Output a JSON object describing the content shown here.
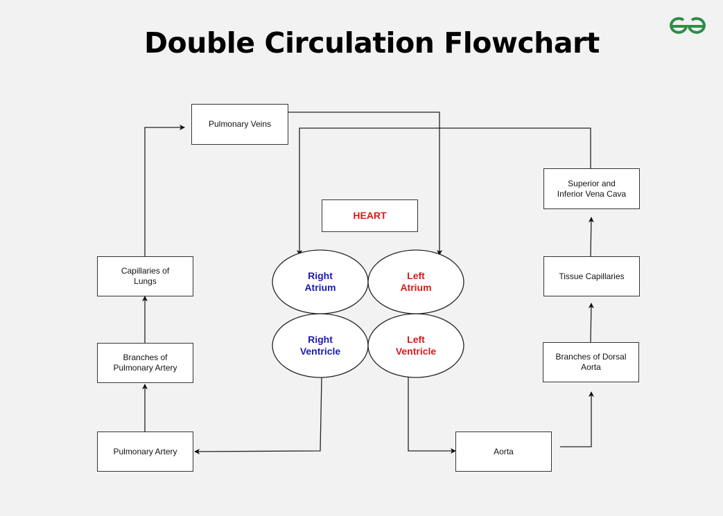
{
  "title": "Double Circulation Flowchart",
  "logo": {
    "icon": "geeksforgeeks-logo-icon",
    "color": "#2f8d46"
  },
  "colors": {
    "background": "#f2f2f2",
    "right_side": "#1a1ab4",
    "left_side": "#d61a1a",
    "stroke": "#222222"
  },
  "nodes": {
    "pulmonary_veins": "Pulmonary Veins",
    "heart": "HEART",
    "vena_cava_line1": "Superior and",
    "vena_cava_line2": "Inferior Vena Cava",
    "capillaries_lungs_line1": "Capillaries of",
    "capillaries_lungs_line2": "Lungs",
    "right_atrium_line1": "Right",
    "right_atrium_line2": "Atrium",
    "left_atrium_line1": "Left",
    "left_atrium_line2": "Atrium",
    "tissue_capillaries": "Tissue Capillaries",
    "right_ventricle_line1": "Right",
    "right_ventricle_line2": "Ventricle",
    "left_ventricle_line1": "Left",
    "left_ventricle_line2": "Ventricle",
    "branches_pa_line1": "Branches of",
    "branches_pa_line2": "Pulmonary Artery",
    "branches_da_line1": "Branches of Dorsal",
    "branches_da_line2": "Aorta",
    "pulmonary_artery": "Pulmonary Artery",
    "aorta": "Aorta"
  },
  "edges": [
    {
      "from": "Right Ventricle",
      "to": "Pulmonary Artery"
    },
    {
      "from": "Pulmonary Artery",
      "to": "Branches of Pulmonary Artery"
    },
    {
      "from": "Branches of Pulmonary Artery",
      "to": "Capillaries of Lungs"
    },
    {
      "from": "Capillaries of Lungs",
      "to": "Pulmonary Veins"
    },
    {
      "from": "Pulmonary Veins",
      "to": "Left Atrium"
    },
    {
      "from": "Left Ventricle",
      "to": "Aorta"
    },
    {
      "from": "Aorta",
      "to": "Branches of Dorsal Aorta"
    },
    {
      "from": "Branches of Dorsal Aorta",
      "to": "Tissue Capillaries"
    },
    {
      "from": "Tissue Capillaries",
      "to": "Superior and Inferior Vena Cava"
    },
    {
      "from": "Superior and Inferior Vena Cava",
      "to": "Right Atrium"
    }
  ]
}
